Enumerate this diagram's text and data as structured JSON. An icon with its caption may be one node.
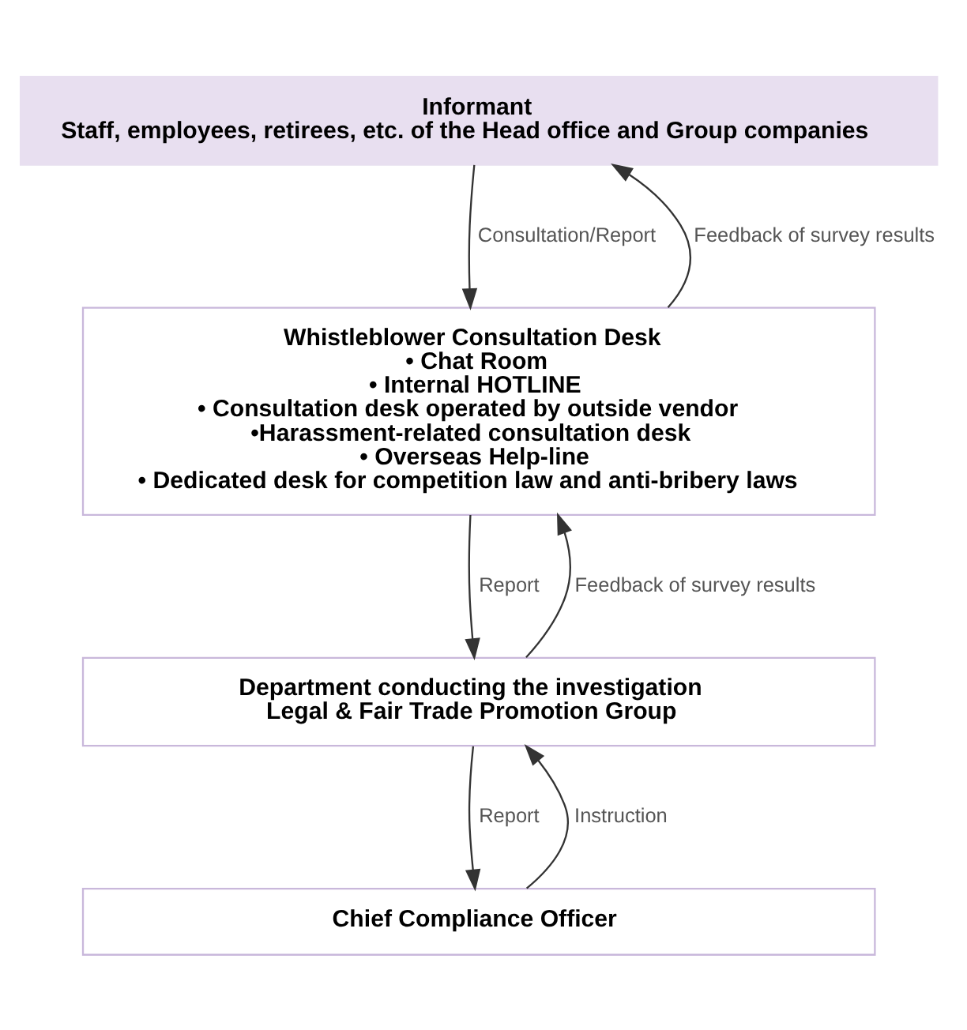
{
  "diagram": {
    "nodes": [
      {
        "text": [
          "Informant",
          "Staff, employees, retirees, etc. of the Head office and Group companies"
        ]
      },
      {
        "text": [
          "Whistleblower Consultation Desk",
          "• Chat Room",
          "• Internal HOTLINE",
          "• Consultation desk operated by outside vendor",
          "•Harassment-related consultation desk",
          "• Overseas Help-line",
          "• Dedicated desk for competition law and anti-bribery laws"
        ]
      },
      {
        "text": [
          "Department conducting the investigation",
          "Legal & Fair Trade Promotion Group"
        ]
      },
      {
        "text": [
          "Chief Compliance Officer"
        ]
      }
    ],
    "edges": [
      {
        "from": 0,
        "to": 1,
        "arrow": "to",
        "label": "Consultation/Report"
      },
      {
        "from": 1,
        "to": 0,
        "arrow": "to",
        "label": "Feedback of survey results"
      },
      {
        "from": 1,
        "to": 2,
        "arrow": "to",
        "label": "Report"
      },
      {
        "from": 2,
        "to": 1,
        "arrow": "to",
        "label": "Feedback of survey results"
      },
      {
        "from": 2,
        "to": 3,
        "arrow": "to",
        "label": "Report"
      },
      {
        "from": 3,
        "to": 2,
        "arrow": "to",
        "label": "Instruction"
      }
    ]
  }
}
